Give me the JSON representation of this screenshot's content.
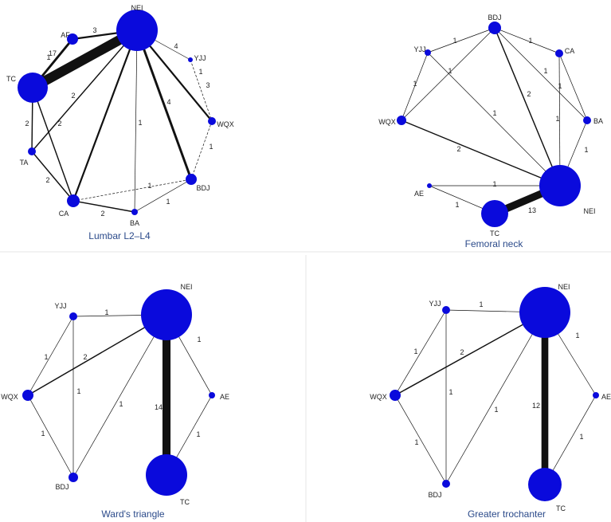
{
  "colors": {
    "node": "#0a0adc",
    "edge": "#111111",
    "caption": "#2b4a8a",
    "blue_label": "#1f3c99",
    "tan_label": "#8a6a20"
  },
  "panels": [
    {
      "title": "Lumbar L2–L4",
      "nodes": [
        {
          "id": "NEI",
          "label": "NEI",
          "size": 26
        },
        {
          "id": "AF",
          "label": "AF",
          "size": 7
        },
        {
          "id": "YJJ",
          "label": "YJJ",
          "size": 3
        },
        {
          "id": "TC",
          "label": "TC",
          "size": 19
        },
        {
          "id": "WQX",
          "label": "WQX",
          "size": 5
        },
        {
          "id": "TA",
          "label": "TA",
          "size": 5
        },
        {
          "id": "BDJ",
          "label": "BDJ",
          "size": 7
        },
        {
          "id": "CA",
          "label": "CA",
          "size": 8
        },
        {
          "id": "BA",
          "label": "BA",
          "size": 4
        }
      ],
      "edges": [
        {
          "from": "NEI",
          "to": "AF",
          "label": "3"
        },
        {
          "from": "NEI",
          "to": "TC",
          "label": "17"
        },
        {
          "from": "AF",
          "to": "TC",
          "label": "4"
        },
        {
          "from": "NEI",
          "to": "YJJ",
          "label": "1"
        },
        {
          "from": "NEI",
          "to": "WQX",
          "label": "3"
        },
        {
          "from": "YJJ",
          "to": "WQX",
          "label": "1",
          "dashed": true
        },
        {
          "from": "NEI",
          "to": "BDJ",
          "label": "4"
        },
        {
          "from": "NEI",
          "to": "BA",
          "label": "1"
        },
        {
          "from": "NEI",
          "to": "CA",
          "label": ""
        },
        {
          "from": "NEI",
          "to": "TA",
          "label": "2"
        },
        {
          "from": "WQX",
          "to": "BDJ",
          "label": "1",
          "dashed": true
        },
        {
          "from": "TC",
          "to": "TA",
          "label": "2"
        },
        {
          "from": "TC",
          "to": "CA",
          "label": "2"
        },
        {
          "from": "TA",
          "to": "CA",
          "label": "2"
        },
        {
          "from": "CA",
          "to": "BDJ",
          "label": "1",
          "dashed": true
        },
        {
          "from": "CA",
          "to": "BA",
          "label": "2"
        },
        {
          "from": "BA",
          "to": "BDJ",
          "label": "1"
        }
      ]
    },
    {
      "title": "Femoral neck",
      "nodes": [
        {
          "id": "BDJ",
          "label": "BDJ",
          "size": 8
        },
        {
          "id": "YJJ",
          "label": "YJJ",
          "size": 4
        },
        {
          "id": "CA",
          "label": "CA",
          "size": 5
        },
        {
          "id": "WQX",
          "label": "WQX",
          "size": 6
        },
        {
          "id": "BA",
          "label": "BA",
          "size": 5
        },
        {
          "id": "AE",
          "label": "AE",
          "size": 3
        },
        {
          "id": "NEI",
          "label": "NEI",
          "size": 26
        },
        {
          "id": "TC",
          "label": "TC",
          "size": 17
        }
      ],
      "edges": [
        {
          "from": "BDJ",
          "to": "YJJ",
          "label": "1"
        },
        {
          "from": "BDJ",
          "to": "CA",
          "label": "1"
        },
        {
          "from": "BDJ",
          "to": "WQX",
          "label": "1"
        },
        {
          "from": "BDJ",
          "to": "BA",
          "label": "1"
        },
        {
          "from": "BDJ",
          "to": "NEI",
          "label": "2"
        },
        {
          "from": "YJJ",
          "to": "WQX",
          "label": "1"
        },
        {
          "from": "YJJ",
          "to": "NEI",
          "label": "1"
        },
        {
          "from": "CA",
          "to": "BA",
          "label": "1"
        },
        {
          "from": "CA",
          "to": "NEI",
          "label": "1"
        },
        {
          "from": "BA",
          "to": "NEI",
          "label": "1"
        },
        {
          "from": "WQX",
          "to": "NEI",
          "label": "2"
        },
        {
          "from": "AE",
          "to": "NEI",
          "label": "1"
        },
        {
          "from": "AE",
          "to": "TC",
          "label": "1"
        },
        {
          "from": "TC",
          "to": "NEI",
          "label": "13"
        }
      ]
    },
    {
      "title": "Ward's triangle",
      "nodes": [
        {
          "id": "NEI",
          "label": "NEI",
          "size": 32
        },
        {
          "id": "YJJ",
          "label": "YJJ",
          "size": 5
        },
        {
          "id": "WQX",
          "label": "WQX",
          "size": 7
        },
        {
          "id": "AE",
          "label": "AE",
          "size": 4
        },
        {
          "id": "BDJ",
          "label": "BDJ",
          "size": 6
        },
        {
          "id": "TC",
          "label": "TC",
          "size": 26
        }
      ],
      "edges": [
        {
          "from": "YJJ",
          "to": "NEI",
          "label": "1"
        },
        {
          "from": "WQX",
          "to": "NEI",
          "label": "2"
        },
        {
          "from": "NEI",
          "to": "AE",
          "label": "1",
          "labelColor": "blue"
        },
        {
          "from": "NEI",
          "to": "TC",
          "label": "14"
        },
        {
          "from": "YJJ",
          "to": "WQX",
          "label": "1"
        },
        {
          "from": "YJJ",
          "to": "BDJ",
          "label": "1"
        },
        {
          "from": "WQX",
          "to": "BDJ",
          "label": "1"
        },
        {
          "from": "BDJ",
          "to": "NEI",
          "label": "1"
        },
        {
          "from": "AE",
          "to": "TC",
          "label": "1"
        }
      ]
    },
    {
      "title": "Greater trochanter",
      "nodes": [
        {
          "id": "NEI",
          "label": "NEI",
          "size": 32
        },
        {
          "id": "YJJ",
          "label": "YJJ",
          "size": 5
        },
        {
          "id": "WQX",
          "label": "WQX",
          "size": 7
        },
        {
          "id": "AE",
          "label": "AE",
          "size": 4
        },
        {
          "id": "BDJ",
          "label": "BDJ",
          "size": 5
        },
        {
          "id": "TC",
          "label": "TC",
          "size": 21
        }
      ],
      "edges": [
        {
          "from": "YJJ",
          "to": "NEI",
          "label": "1"
        },
        {
          "from": "WQX",
          "to": "NEI",
          "label": "2"
        },
        {
          "from": "NEI",
          "to": "AE",
          "label": "1"
        },
        {
          "from": "NEI",
          "to": "TC",
          "label": "12",
          "labelColor": "tan"
        },
        {
          "from": "YJJ",
          "to": "WQX",
          "label": "1"
        },
        {
          "from": "YJJ",
          "to": "BDJ",
          "label": "1"
        },
        {
          "from": "WQX",
          "to": "BDJ",
          "label": "1",
          "labelColor": "tan"
        },
        {
          "from": "BDJ",
          "to": "NEI",
          "label": "1",
          "labelColor": "blue"
        },
        {
          "from": "AE",
          "to": "TC",
          "label": "1"
        }
      ]
    }
  ]
}
